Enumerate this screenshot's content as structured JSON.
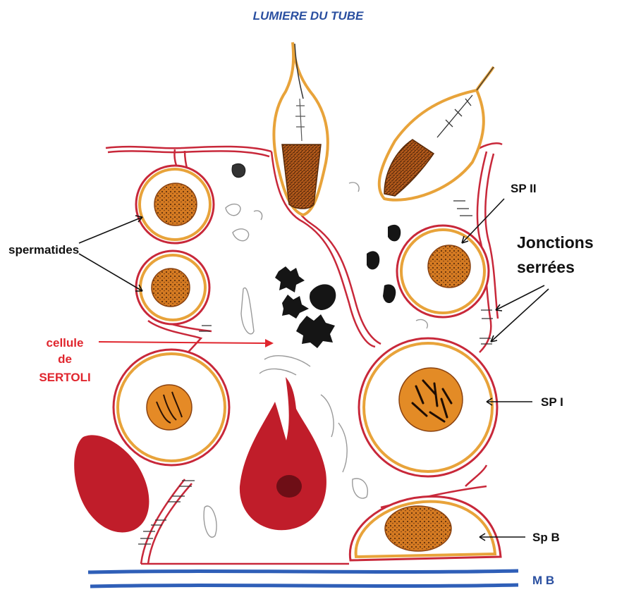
{
  "labels": {
    "lumen": "LUMIERE DU TUBE",
    "spermatides": "spermatides",
    "sertoli_line1": "cellule",
    "sertoli_line2": "de",
    "sertoli_line3": "SERTOLI",
    "sp2": "SP II",
    "jonctions_line1": "Jonctions",
    "jonctions_line2": "serrées",
    "sp1": "SP I",
    "spb": "Sp B",
    "mb": "M B"
  },
  "colors": {
    "membrane": "#c8283a",
    "cell_border": "#e8a33a",
    "nucleus": "#d0741e",
    "sertoli_red": "#c01d2a",
    "basement": "#2f5fb8",
    "label_blue": "#2a4fa0",
    "label_red": "#e0262e"
  }
}
